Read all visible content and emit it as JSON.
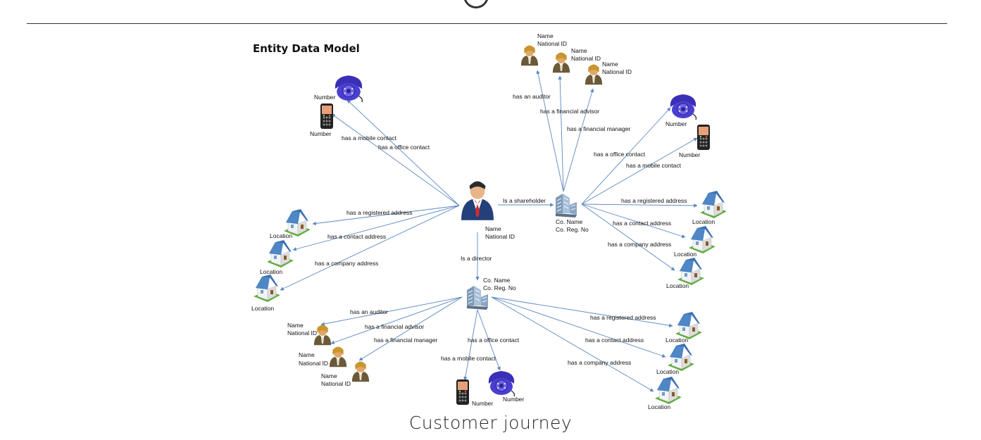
{
  "title": "Entity Data Model",
  "caption": "Customer journey",
  "nodes": {
    "person_main": {
      "name": "Name",
      "id": "National ID"
    },
    "company_top": {
      "name": "Co. Name",
      "reg": "Co. Reg. No"
    },
    "company_bottom": {
      "name": "Co. Name",
      "reg": "Co. Reg. No"
    },
    "phone_left": "Number",
    "mobile_left": "Number",
    "phone_top_right": "Number",
    "mobile_top_right": "Number",
    "phone_bottom": "Number",
    "mobile_bottom": "Number",
    "location": "Location",
    "officer_name": "Name",
    "officer_id": "National ID"
  },
  "edges": {
    "mobile_contact": "has a mobile contact",
    "office_contact": "has a office contact",
    "registered_address": "has a registered address",
    "contact_address": "has a contact address",
    "company_address": "has a company address",
    "shareholder": "Is a shareholder",
    "director": "Is a director",
    "auditor": "has an auditor",
    "financial_advisor": "has a financial advisor",
    "financial_manager": "has a financial manager"
  },
  "colors": {
    "edge": "#5b87c1",
    "phone": "#4a3fd1",
    "roof": "#3a6fb0",
    "grass": "#5fae3c"
  }
}
